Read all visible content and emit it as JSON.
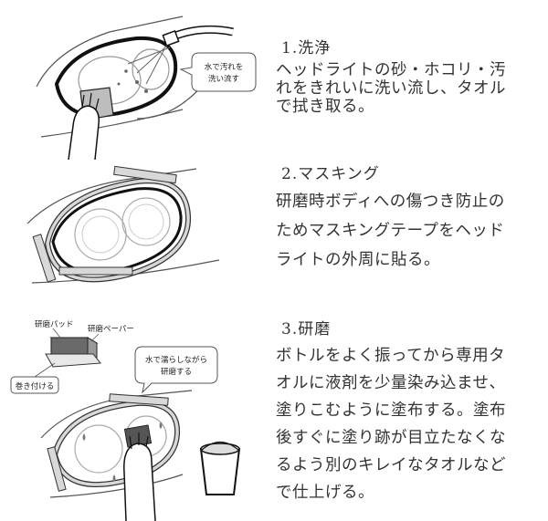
{
  "steps": [
    {
      "title": "1.洗浄",
      "body_lines": [
        "ヘッドライトの砂・ホコリ・汚",
        "れをきれいに洗い流し、タオル",
        "で拭き取る。"
      ],
      "callouts": [
        "水で汚れを",
        "洗い流す"
      ]
    },
    {
      "title": "2.マスキング",
      "body_lines": [
        "研磨時ボディへの傷つき防止の",
        "ためマスキングテープをヘッド",
        "ライトの外周に貼る。"
      ]
    },
    {
      "title": "3.研磨",
      "body_lines": [
        "ボトルをよく振ってから専用タ",
        "オルに液剤を少量染み込ませ、",
        "塗りこむように塗布する。塗布",
        "後すぐに塗り跡が目立たなくな",
        "るよう別のキレイなタオルなど",
        "で仕上げる。"
      ],
      "labels": {
        "pad": "研磨パッド",
        "paper": "研磨ペーパー",
        "wrap": "巻き付ける",
        "wet_line1": "水で濡らしながら",
        "wet_line2": "研磨する"
      }
    }
  ]
}
